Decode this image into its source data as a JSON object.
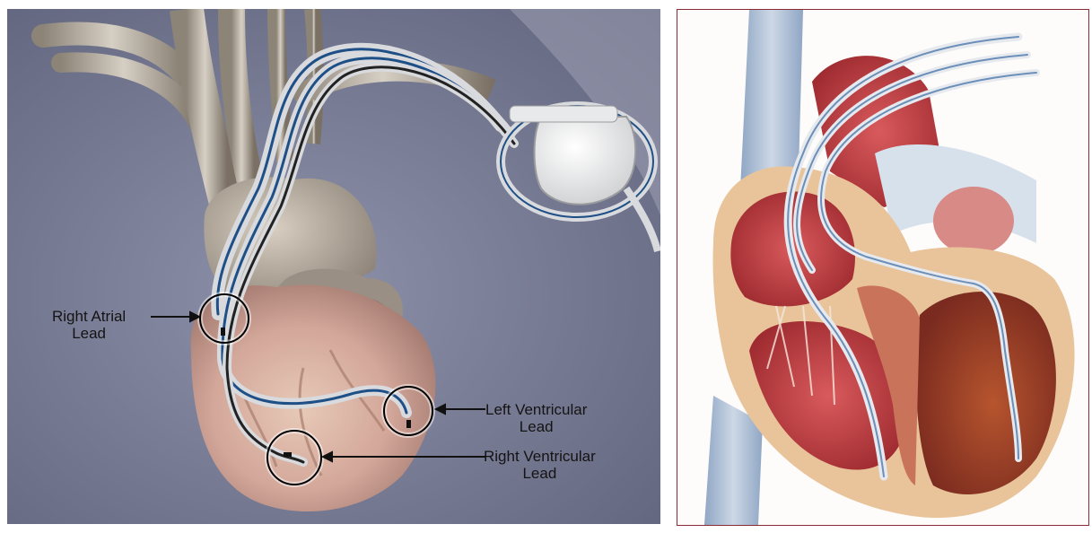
{
  "labels": {
    "right_atrial": {
      "line1": "Right Atrial",
      "line2": "Lead"
    },
    "left_ventricular": {
      "line1": "Left Ventricular",
      "line2": "Lead"
    },
    "right_ventricular": {
      "line1": "Right Ventricular",
      "line2": "Lead"
    }
  },
  "colors": {
    "background_left": "#73768f",
    "lead_blue": "#1e4f86",
    "heart_red": "#b83a3e",
    "frame_border": "#8a2a35"
  }
}
